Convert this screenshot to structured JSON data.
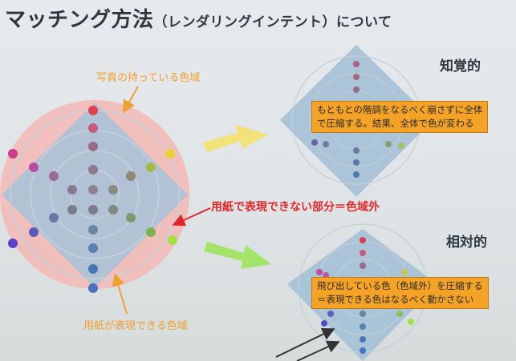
{
  "slide": {
    "title": "マッチング方法",
    "title_sub": "（レンダリングインテント）について",
    "label_photo_gamut": "写真の持っている色域",
    "label_out_of_gamut": "用紙で表現できない部分＝色域外",
    "label_paper_gamut": "用紙が表現できる色域",
    "perceptual": {
      "heading": "知覚的",
      "note_line1": "もともとの階調をなるべく崩さずに全体",
      "note_line2": "で圧縮する。結果、全体で色が変わる"
    },
    "relative": {
      "heading": "相対的",
      "note_line1": "飛び出している色（色域外）を圧縮する",
      "note_line2": "＝表現できる色はなるべく動かさない"
    }
  },
  "colors": {
    "photo_gamut": "#f4b8b4",
    "paper_gamut": "#a8c2d6",
    "arrow_yellow": "#f2e27a",
    "arrow_green": "#a4e46a",
    "label_orange": "#f0a030",
    "label_red": "#e02828"
  }
}
